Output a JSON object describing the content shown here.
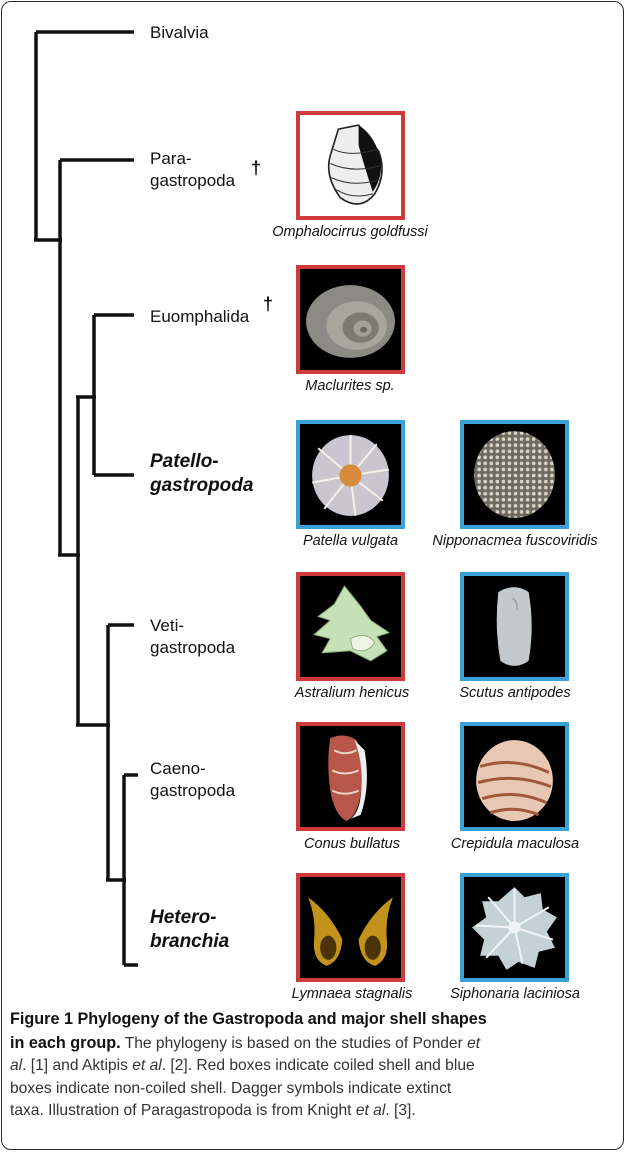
{
  "taxa": {
    "bivalvia": "Bivalvia",
    "paragastropoda_1": "Para-",
    "paragastropoda_2": "gastropoda",
    "euomphalida": "Euomphalida",
    "patello_1": "Patello-",
    "patello_2": "gastropoda",
    "veti_1": "Veti-",
    "veti_2": "gastropoda",
    "caeno_1": "Caeno-",
    "caeno_2": "gastropoda",
    "hetero_1": "Hetero-",
    "hetero_2": "branchia",
    "dagger": "†"
  },
  "species": {
    "omphalocirrus": "Omphalocirrus   goldfussi",
    "maclurites": "Maclurites   sp.",
    "patella": "Patella   vulgata",
    "nipponacmea": "Nipponacmea fuscoviridis",
    "astralium": "Astralium henicus",
    "scutus": "Scutus antipodes",
    "conus": "Conus bullatus",
    "crepidula": "Crepidula maculosa",
    "lymnaea": "Lymnaea stagnalis",
    "siphonaria": "Siphonaria laciniosa"
  },
  "colors": {
    "coiled_border": "#cf3b3b",
    "noncoiled_border": "#3aa1d6"
  },
  "caption": {
    "title": "Figure 1 Phylogeny of the Gastropoda and major shell shapes",
    "title_cont": "in each group.",
    "t1": " The phylogeny is based on the studies of Ponder ",
    "et1": "et",
    "t2a": "al",
    "t2b": ". [1] and Aktipis ",
    "et2": "et al",
    "t3": ". [2]. Red boxes indicate coiled shell and blue",
    "t4": "boxes indicate non-coiled shell. Dagger symbols indicate extinct",
    "t5": "taxa. Illustration of Paragastropoda is from Knight ",
    "et3": "et al",
    "t6": ". [3]."
  }
}
